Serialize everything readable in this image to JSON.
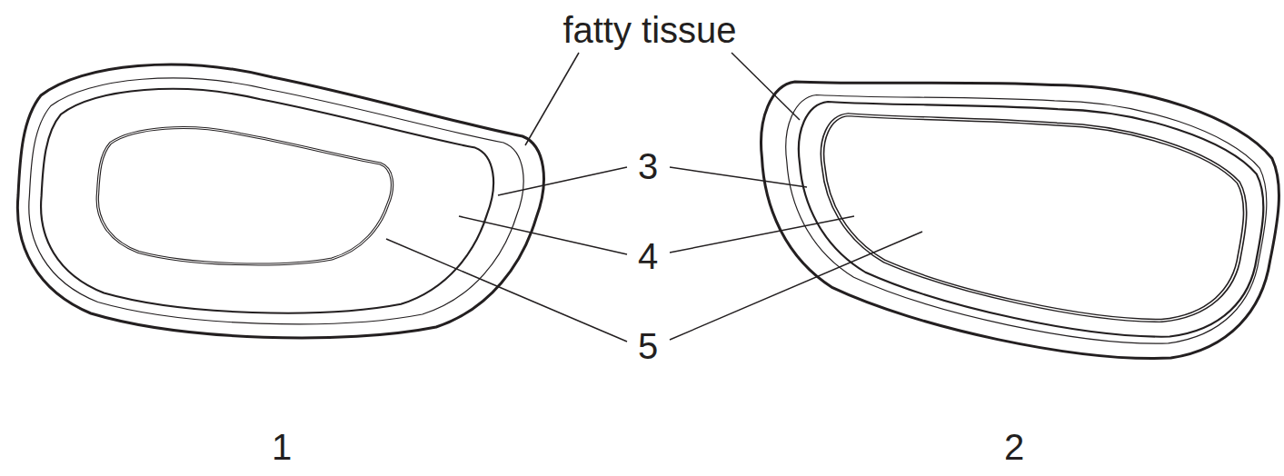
{
  "diagram": {
    "labels": [
      "fatty tissue",
      "3",
      "4",
      "5",
      "1",
      "2"
    ]
  }
}
